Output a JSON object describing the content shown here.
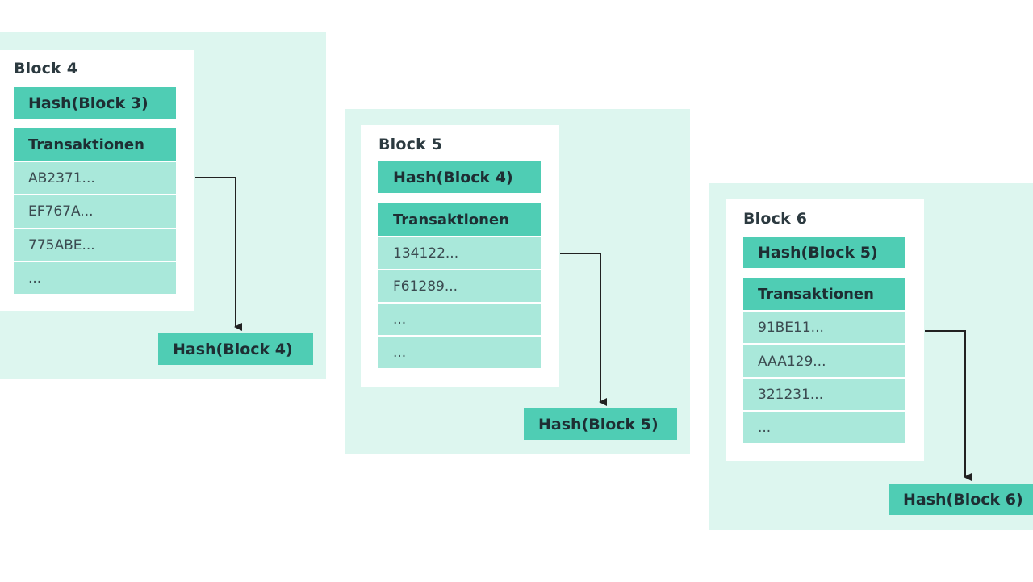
{
  "blocks": [
    {
      "title": "Block 4",
      "prev_hash": "Hash(Block 3)",
      "tx_header": "Transaktionen",
      "transactions": [
        "AB2371...",
        "EF767A...",
        "775ABE...",
        "..."
      ],
      "out_hash": "Hash(Block 4)"
    },
    {
      "title": "Block 5",
      "prev_hash": "Hash(Block 4)",
      "tx_header": "Transaktionen",
      "transactions": [
        "134122...",
        "F61289...",
        "...",
        "..."
      ],
      "out_hash": "Hash(Block 5)"
    },
    {
      "title": "Block 6",
      "prev_hash": "Hash(Block 5)",
      "tx_header": "Transaktionen",
      "transactions": [
        "91BE11...",
        "AAA129...",
        "321231...",
        "..."
      ],
      "out_hash": "Hash(Block 6)"
    }
  ],
  "colors": {
    "outer_bg": "#ddf6ef",
    "header_teal": "#4fcdb4",
    "row_teal": "#a9e8da",
    "arrow": "#222222"
  }
}
